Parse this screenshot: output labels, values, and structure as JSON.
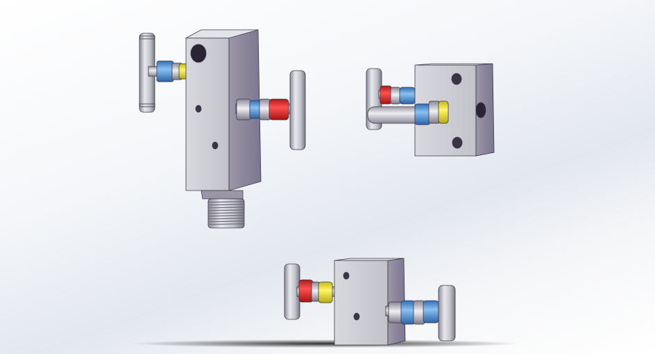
{
  "scene": {
    "colors": {
      "steel_light": "#e4e4ea",
      "steel_mid": "#b8b8c2",
      "steel_dark": "#7a7886",
      "steel_shadow": "#5e5a6a",
      "body_face": "#c9c9d2",
      "body_side": "#8d879a",
      "body_top": "#e2e2e8",
      "blue_fitting": "#4a8ed8",
      "red_fitting": "#e02828",
      "yellow_fitting": "#ece02a",
      "ground_shadow": "#1e1e1e"
    },
    "components": [
      {
        "name": "manifold-two-valve-vertical",
        "handles": 2,
        "threaded_outlet": true
      },
      {
        "name": "manifold-block-top-right",
        "handles": 2,
        "threaded_outlet": false
      },
      {
        "name": "manifold-block-bottom",
        "handles": 2,
        "threaded_outlet": false
      }
    ]
  }
}
